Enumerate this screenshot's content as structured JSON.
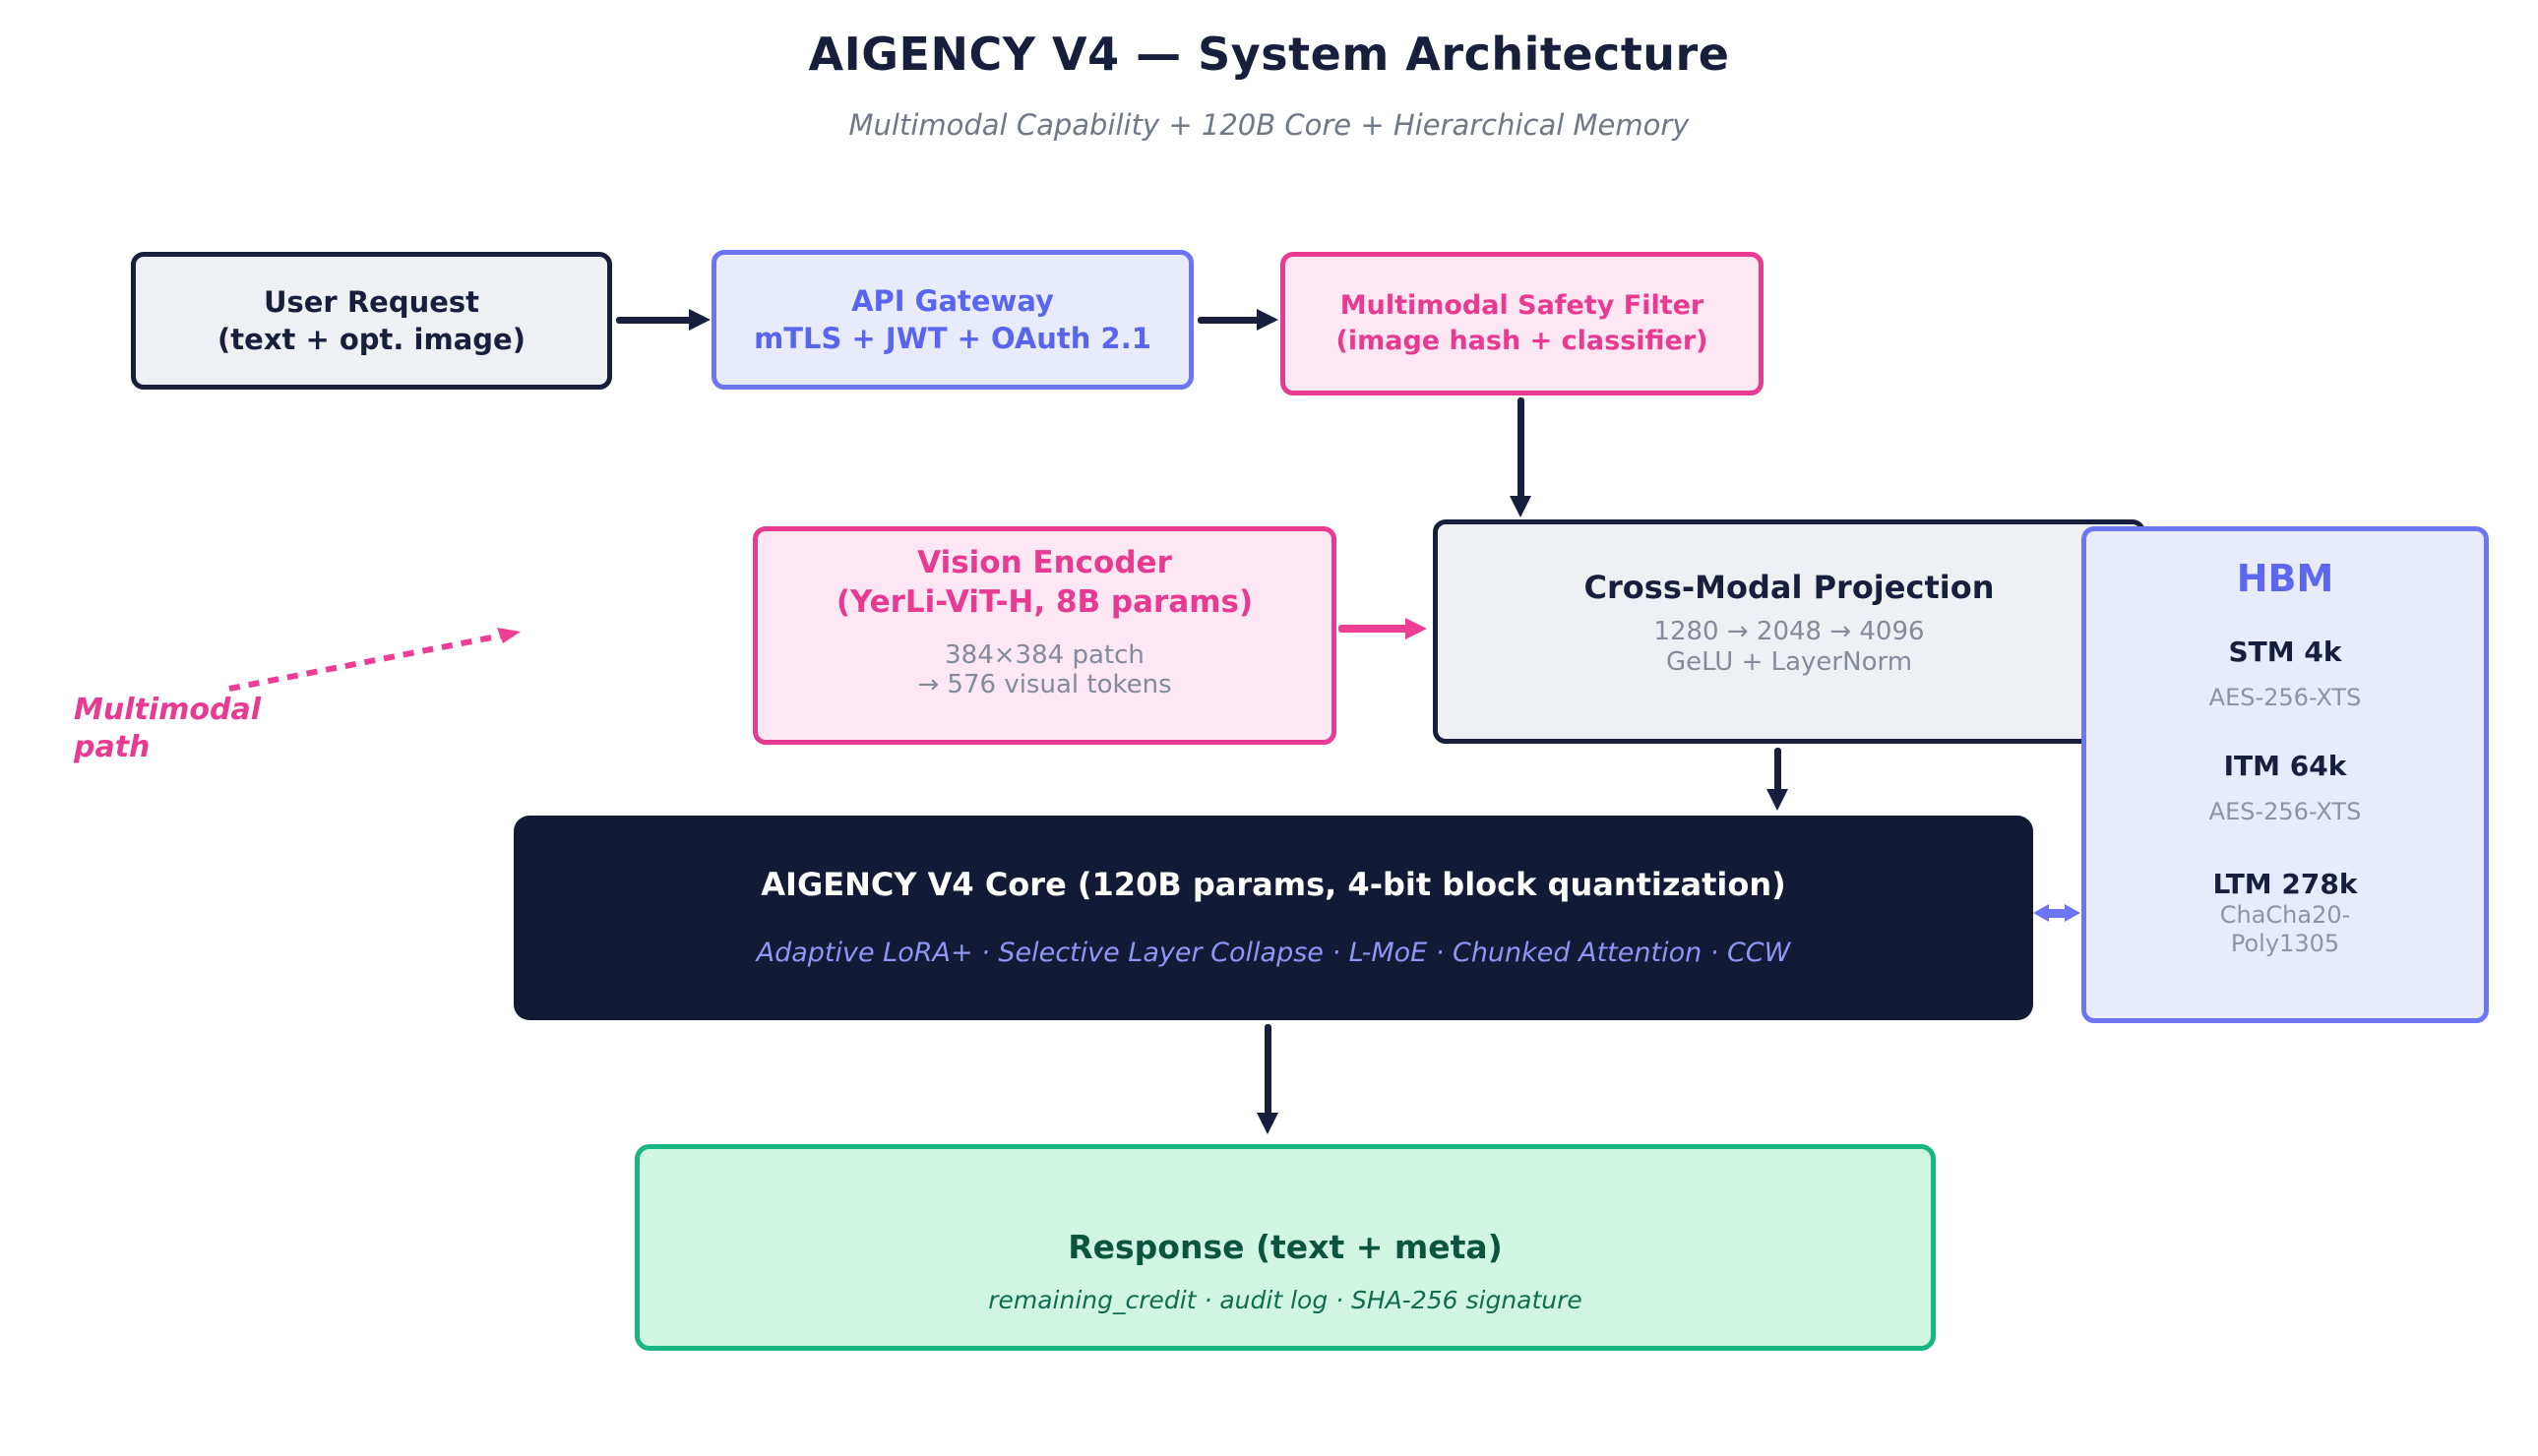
{
  "header": {
    "title": "AIGENCY V4 — System Architecture",
    "subtitle": "Multimodal Capability + 120B Core + Hierarchical Memory"
  },
  "nodes": {
    "user_request": {
      "line1": "User Request",
      "line2": "(text + opt. image)"
    },
    "api_gateway": {
      "line1": "API Gateway",
      "line2": "mTLS + JWT + OAuth 2.1"
    },
    "safety_filter": {
      "line1": "Multimodal Safety Filter",
      "line2": "(image hash + classifier)"
    },
    "vision_encoder": {
      "title_line1": "Vision Encoder",
      "title_line2": "(YerLi-ViT-H, 8B params)",
      "detail_line1": "384×384 patch",
      "detail_line2": "→ 576 visual tokens"
    },
    "cross_modal_projection": {
      "title": "Cross-Modal Projection",
      "detail_line1": "1280 → 2048 → 4096",
      "detail_line2": "GeLU + LayerNorm"
    },
    "hbm": {
      "title": "HBM",
      "tiers": [
        {
          "name": "STM 4k",
          "cipher": "AES-256-XTS"
        },
        {
          "name": "ITM 64k",
          "cipher": "AES-256-XTS"
        },
        {
          "name": "LTM 278k",
          "cipher": "ChaCha20-Poly1305"
        }
      ]
    },
    "core": {
      "title": "AIGENCY V4 Core (120B params, 4-bit block quantization)",
      "subtitle": "Adaptive LoRA+ · Selective Layer Collapse · L-MoE · Chunked Attention · CCW"
    },
    "response": {
      "title": "Response (text + meta)",
      "subtitle": "remaining_credit · audit log · SHA-256 signature"
    }
  },
  "annotations": {
    "multimodal_path_label": "Multimodal path"
  },
  "colors": {
    "navy": "#181f3c",
    "indigo_border": "#6d76f0",
    "indigo_text": "#5a65ee",
    "pink": "#e73a90",
    "green_border": "#16b581",
    "green_text": "#0b5440",
    "core_bg": "#121a36",
    "core_accent": "#8d97f4",
    "muted_gray": "#828a9b"
  }
}
